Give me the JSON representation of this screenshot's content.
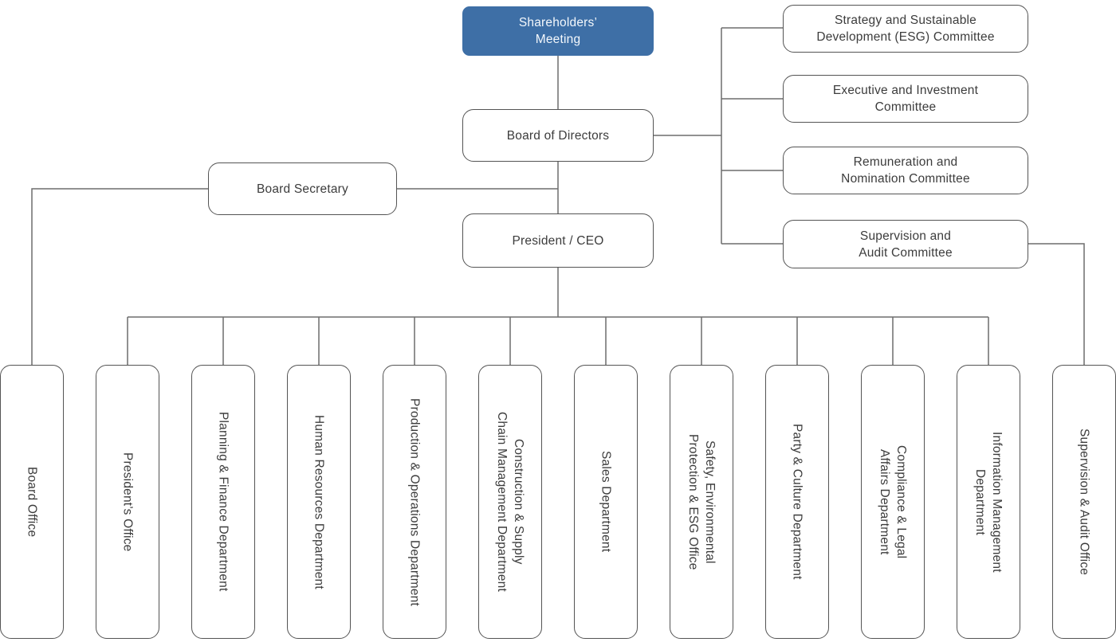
{
  "org": {
    "shareholders_meeting": {
      "label": "Shareholders’\nMeeting"
    },
    "board_of_directors": {
      "label": "Board of Directors"
    },
    "board_secretary": {
      "label": "Board Secretary"
    },
    "president_ceo": {
      "label": "President / CEO"
    },
    "committees": [
      {
        "label": "Strategy and Sustainable\nDevelopment (ESG) Committee"
      },
      {
        "label": "Executive and Investment\nCommittee"
      },
      {
        "label": "Remuneration and\nNomination Committee"
      },
      {
        "label": "Supervision and\nAudit Committee"
      }
    ],
    "departments": [
      {
        "label": "Board Office"
      },
      {
        "label": "President’s Office"
      },
      {
        "label": "Planning & Finance Department"
      },
      {
        "label": "Human Resources Department"
      },
      {
        "label": "Production & Operations Department"
      },
      {
        "label": "Construction & Supply\nChain Management Department"
      },
      {
        "label": "Sales Department"
      },
      {
        "label": "Safety, Environmental\nProtection & ESG Office"
      },
      {
        "label": "Party & Culture Department"
      },
      {
        "label": "Compliance & Legal\nAffairs Department"
      },
      {
        "label": "Information Management\nDepartment"
      },
      {
        "label": "Supervision & Audit Office"
      }
    ]
  },
  "colors": {
    "accent_blue": "#3E6FA6",
    "accent_text": "#F4F8FC",
    "box_border": "#545454",
    "connector_gray": "#6D6D6D",
    "text_dark": "#3C3C3C"
  }
}
